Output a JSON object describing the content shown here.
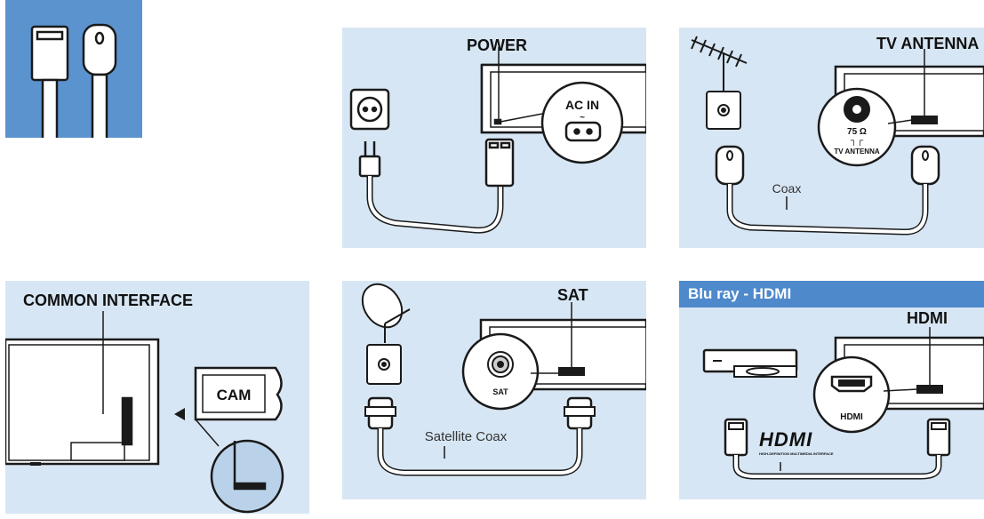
{
  "panels": {
    "power": {
      "title": "POWER",
      "ac_in": "AC IN"
    },
    "antenna": {
      "title": "TV ANTENNA",
      "ohm": "75 Ω",
      "connector_label": "TV ANTENNA",
      "cable_label": "Coax"
    },
    "ci": {
      "title": "COMMON INTERFACE",
      "cam_label": "CAM"
    },
    "sat": {
      "title": "SAT",
      "connector_label": "SAT",
      "cable_label": "Satellite Coax"
    },
    "bluray": {
      "header": "Blu ray - HDMI",
      "title": "HDMI",
      "connector_label": "HDMI",
      "logo": "HDMI",
      "logo_sub": "HIGH-DEFINITION MULTIMEDIA INTERFACE"
    }
  },
  "colors": {
    "panel_bg": "#d7e6f4",
    "thumb_bg": "#5b93cf",
    "header_bg": "#4e89cc",
    "line": "#1a1a1a"
  }
}
